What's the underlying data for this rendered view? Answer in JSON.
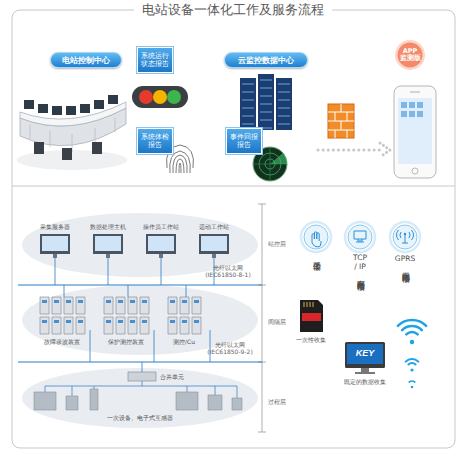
{
  "diagram": {
    "title": "电站设备一体化工作及服务流程",
    "nodes": [
      {
        "text": [
          "电站控制中心"
        ]
      },
      {
        "text": [
          "系统运行状态报告"
        ]
      },
      {
        "text": [
          "系统体检报告"
        ]
      },
      {
        "text": [
          "云监控数据中心"
        ]
      },
      {
        "text": [
          "事件回报报告"
        ]
      },
      {
        "text": [
          "APP 监测版"
        ]
      },
      {
        "text": [
          "手工传输"
        ]
      },
      {
        "text": [
          "TCP / IP",
          "有限网络传输"
        ]
      },
      {
        "text": [
          "GPRS",
          "无限网络传输"
        ]
      }
    ],
    "labels": [
      "采集服务器",
      "数据处理主机",
      "操作员工作站",
      "远动工作站",
      "站控层",
      "光纤以太网 (IEC61850-8-1)",
      "间隔层",
      "故障录波装置",
      "保护测控装置",
      "测控/Cu",
      "光纤以太网 (IEC61850-9-2)",
      "过程层",
      "合并单元",
      "一次设备、电子式互感器",
      "一次性收集",
      "KEY",
      "既定的数据收集"
    ]
  }
}
